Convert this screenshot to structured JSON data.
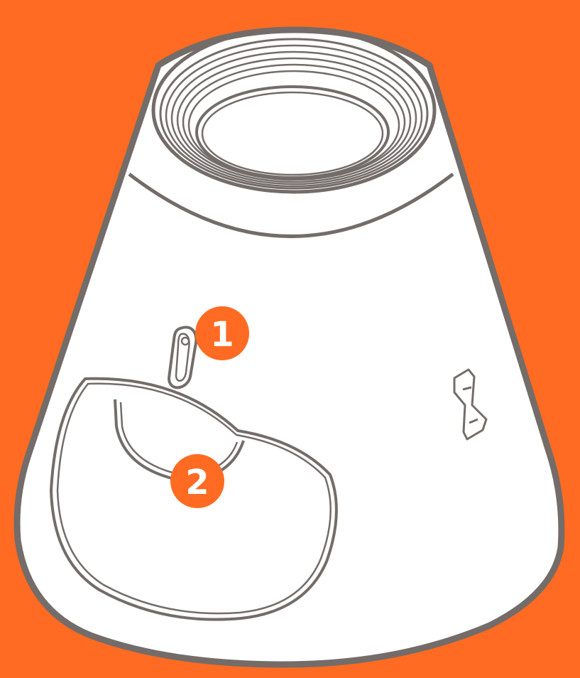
{
  "colors": {
    "background": "#FF6B22",
    "body": "#FFFFFF",
    "outline": "#736C69",
    "callout": "#FF6B22",
    "callout_text": "#FFFFFF"
  },
  "callouts": [
    {
      "number": "1",
      "target": "indicator-light-slot"
    },
    {
      "number": "2",
      "target": "front-pocket"
    }
  ],
  "logo": {
    "icon": "brand-logo-icon"
  }
}
